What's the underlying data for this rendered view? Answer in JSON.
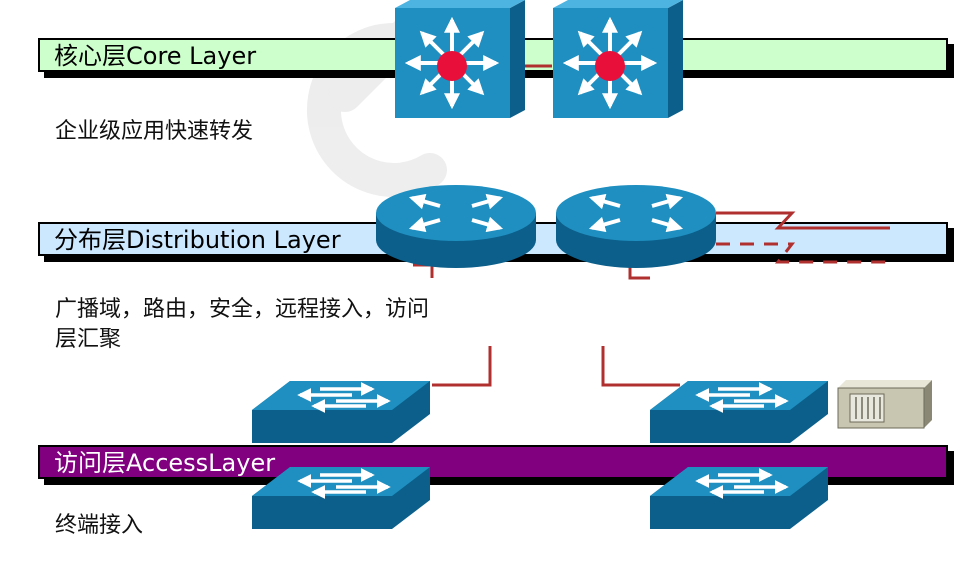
{
  "layers": {
    "core": {
      "label": "核心层Core Layer",
      "description": "企业级应用快速转发",
      "band_color": "#ccffcc"
    },
    "distribution": {
      "label": "分布层Distribution Layer",
      "description_line1": "广播域，路由，安全，远程接入，访问",
      "description_line2": "层汇聚",
      "band_color": "#cce8ff"
    },
    "access": {
      "label": "访问层AccessLayer",
      "description": "终端接入",
      "band_color": "#800080",
      "label_color": "#ffffff"
    }
  },
  "colors": {
    "device_blue": "#1e8fc0",
    "device_dark": "#0b5f8a",
    "link_red": "#b03030",
    "core_dot": "#e8103a"
  },
  "icons": [
    "core-switch-icon",
    "core-switch-icon",
    "router-icon",
    "router-icon",
    "access-switch-icon",
    "access-switch-icon",
    "access-switch-icon",
    "access-switch-icon",
    "server-icon",
    "watermark-logo"
  ]
}
